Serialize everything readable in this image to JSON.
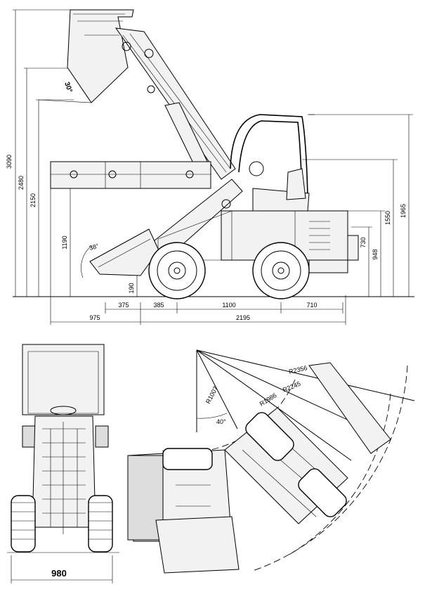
{
  "side_view": {
    "heights": {
      "max_bucket_pin": "3090",
      "bucket_edge_raised": "2480",
      "dump_height": "2150",
      "forks_height": "1190",
      "ground_clearance": "190",
      "cab_height": "1965",
      "hood_height": "1550",
      "seat_height": "948",
      "counterweight_height": "730"
    },
    "lengths": {
      "front_overhang": "375",
      "bucket_to_axle": "385",
      "wheelbase": "1100",
      "rear_overhang": "710",
      "reach": "975",
      "base_length": "2195"
    },
    "angles": {
      "dump_angle": "30°",
      "rollback_angle": "38°"
    }
  },
  "front_view": {
    "width": "980"
  },
  "top_view": {
    "radii": {
      "outer": "R2356",
      "bucket": "R2245",
      "wheel": "R1986",
      "inner": "R1007"
    },
    "articulation_angle": "40°"
  }
}
